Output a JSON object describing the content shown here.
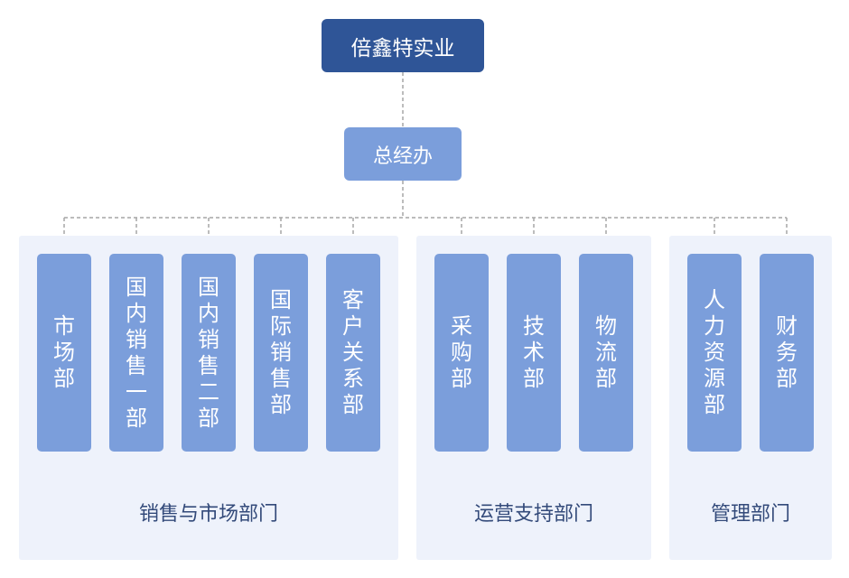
{
  "org": {
    "root": "倍鑫特实业",
    "office": "总经办",
    "groups": [
      {
        "label": "销售与市场部门",
        "departments": [
          "市场部",
          "国内销售一部",
          "国内销售二部",
          "国际销售部",
          "客户关系部"
        ]
      },
      {
        "label": "运营支持部门",
        "departments": [
          "采购部",
          "技术部",
          "物流部"
        ]
      },
      {
        "label": "管理部门",
        "departments": [
          "人力资源部",
          "财务部"
        ]
      }
    ]
  },
  "colors": {
    "root_fill": "#2f5597",
    "node_fill": "#7b9edb",
    "group_fill": "#eef2fb",
    "connector": "#a6a6a6",
    "group_text": "#334a7a"
  }
}
